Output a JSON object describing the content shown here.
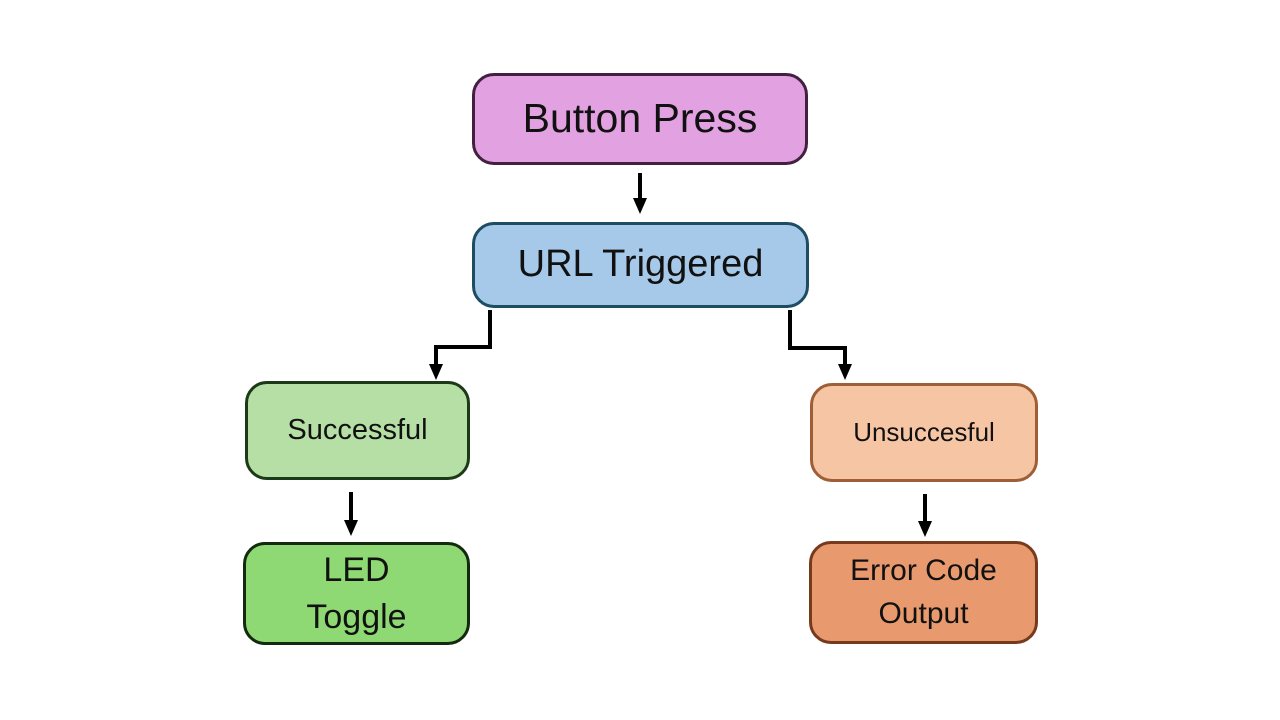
{
  "diagram": {
    "title": "Button press URL trigger flowchart",
    "background_color": "#ffffff",
    "arrow_color": "#000000",
    "text_color": "#111111",
    "nodes": {
      "button_press": {
        "label": "Button Press",
        "fill": "#E2A2E1",
        "border": "#43203F"
      },
      "url_triggered": {
        "label": "URL Triggered",
        "fill": "#A6C9E9",
        "border": "#1C4D63"
      },
      "successful": {
        "label": "Successful",
        "fill": "#B6DFA6",
        "border": "#1C3A18"
      },
      "unsuccesful": {
        "label": "Unsuccesful",
        "fill": "#F6C6A4",
        "border": "#9E5F36"
      },
      "led_toggle": {
        "label": "LED Toggle",
        "line1": "LED",
        "line2": "Toggle",
        "fill": "#8ED973",
        "border": "#142A0F"
      },
      "error_code_output": {
        "label": "Error Code Output",
        "line1": "Error Code",
        "line2": "Output",
        "fill": "#E89A6E",
        "border": "#773A1D"
      }
    },
    "edges": [
      {
        "from": "button_press",
        "to": "url_triggered"
      },
      {
        "from": "url_triggered",
        "to": "successful"
      },
      {
        "from": "url_triggered",
        "to": "unsuccesful"
      },
      {
        "from": "successful",
        "to": "led_toggle"
      },
      {
        "from": "unsuccesful",
        "to": "error_code_output"
      }
    ]
  }
}
